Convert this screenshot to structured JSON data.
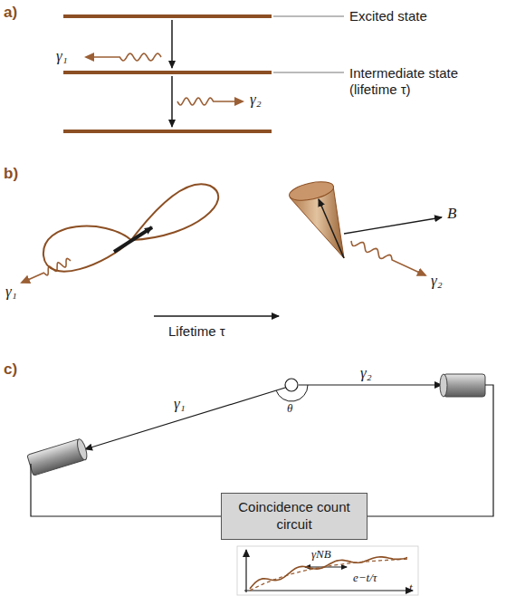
{
  "diagram": {
    "nodes": [
      {
        "text": [
          "Coincidence count circuit"
        ]
      }
    ],
    "labels": [
      "a)",
      "Excited state",
      "Intermediate state (lifetime τ)",
      "γ₁",
      "γ₂",
      "b)",
      "γ₁",
      "B",
      "γ₂",
      "Lifetime τ",
      "c)",
      "γ₁",
      "θ",
      "γ₂",
      "γNB",
      "e−t/τ",
      "t"
    ]
  }
}
